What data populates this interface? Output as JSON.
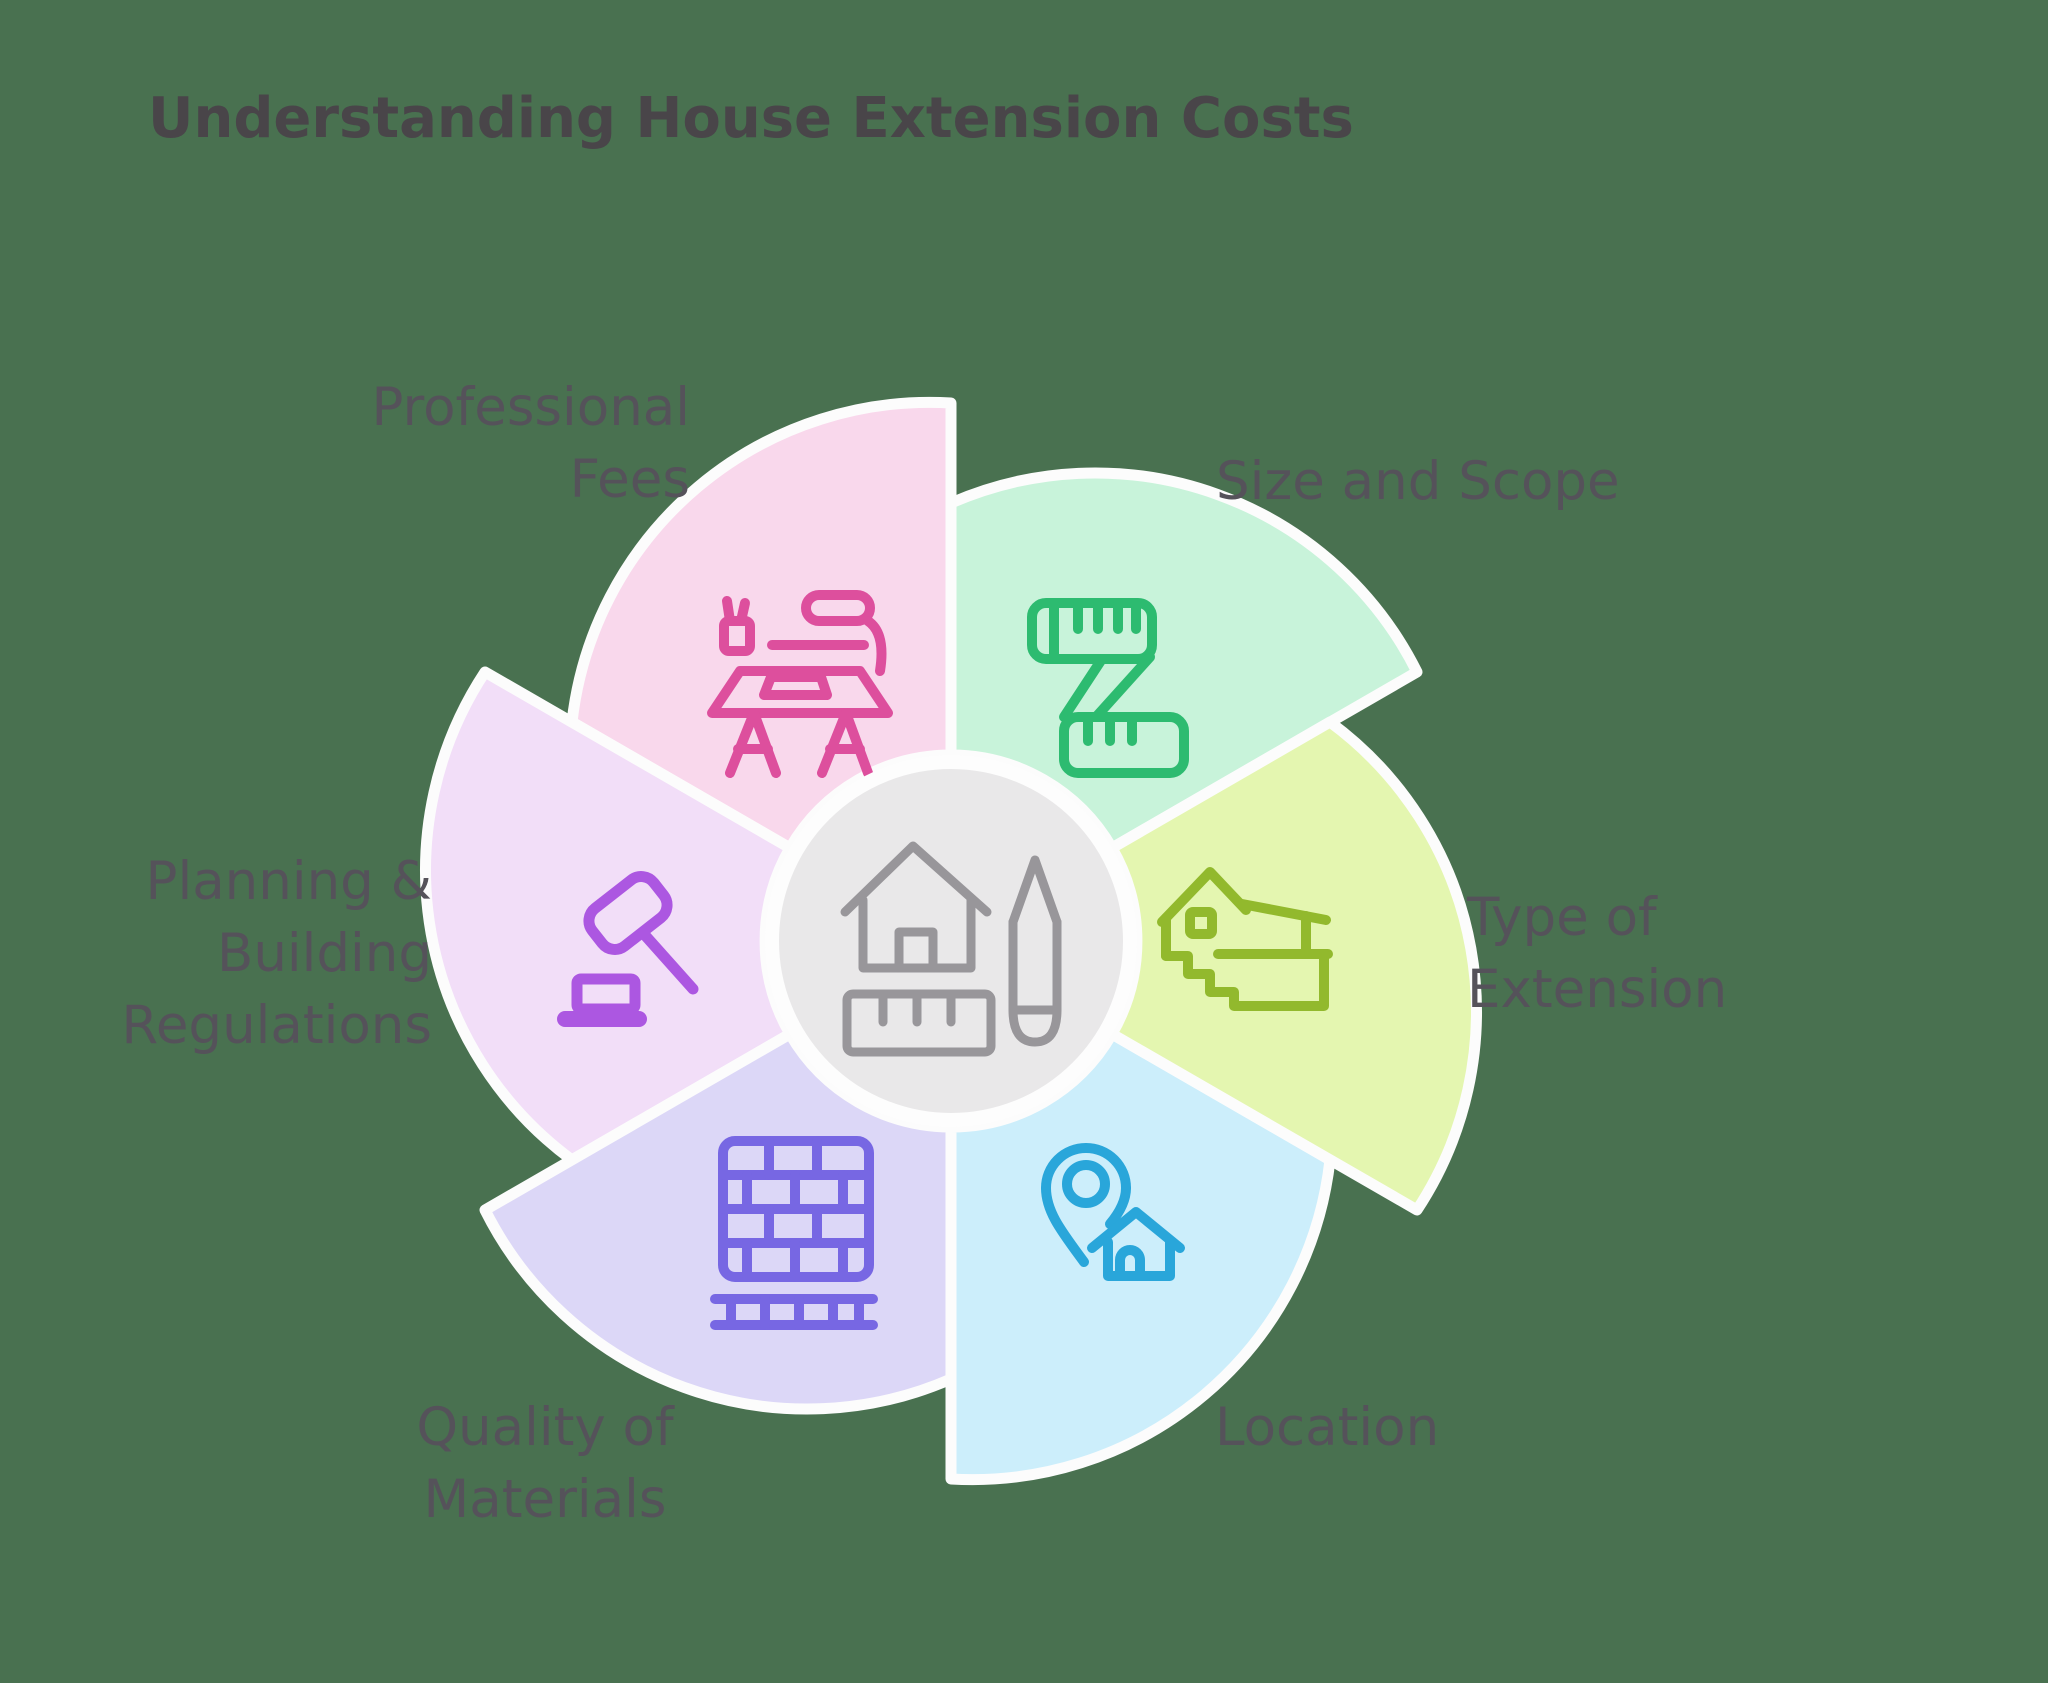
{
  "title": {
    "text": "Understanding House Extension Costs",
    "color": "#494549"
  },
  "background_color": "#497150",
  "text_color": "#55525a",
  "center": {
    "icon": "house-plan-icon",
    "fill": "#e9e8e9",
    "icon_color": "#98969a"
  },
  "segments": [
    {
      "id": "size-and-scope",
      "label": "Size and Scope",
      "fill": "#c8f3da",
      "icon": "measuring-tape-icon",
      "icon_color": "#2dbb70"
    },
    {
      "id": "professional-fees",
      "label": "Professional\nFees",
      "fill": "#f9d8ec",
      "icon": "architect-desk-icon",
      "icon_color": "#dd4f9d"
    },
    {
      "id": "planning-building-regulations",
      "label": "Planning &\nBuilding\nRegulations",
      "fill": "#f2def8",
      "icon": "gavel-icon",
      "icon_color": "#ac57e1"
    },
    {
      "id": "quality-of-materials",
      "label": "Quality of\nMaterials",
      "fill": "#dcd7f7",
      "icon": "brick-wall-icon",
      "icon_color": "#7767e3"
    },
    {
      "id": "location",
      "label": "Location",
      "fill": "#cceefb",
      "icon": "location-pin-house-icon",
      "icon_color": "#29a6da"
    },
    {
      "id": "type-of-extension",
      "label": "Type of\nExtension",
      "fill": "#e4f6b0",
      "icon": "house-extension-icon",
      "icon_color": "#92b92d"
    }
  ]
}
